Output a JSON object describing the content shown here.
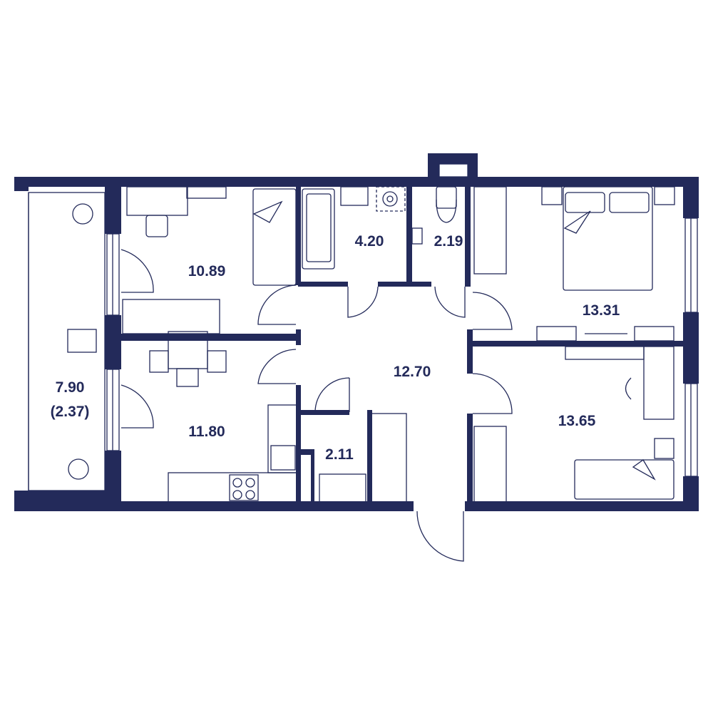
{
  "colors": {
    "wall": "#232a5a",
    "background": "#ffffff"
  },
  "rooms": [
    {
      "id": "balcony",
      "area": "7.90",
      "reduced_area": "(2.37)"
    },
    {
      "id": "bedroom-small",
      "area": "10.89"
    },
    {
      "id": "bathroom",
      "area": "4.20"
    },
    {
      "id": "toilet",
      "area": "2.19"
    },
    {
      "id": "bedroom-master",
      "area": "13.31"
    },
    {
      "id": "hallway",
      "area": "12.70"
    },
    {
      "id": "kitchen",
      "area": "11.80"
    },
    {
      "id": "storage",
      "area": "2.11"
    },
    {
      "id": "bedroom-child",
      "area": "13.65"
    }
  ]
}
